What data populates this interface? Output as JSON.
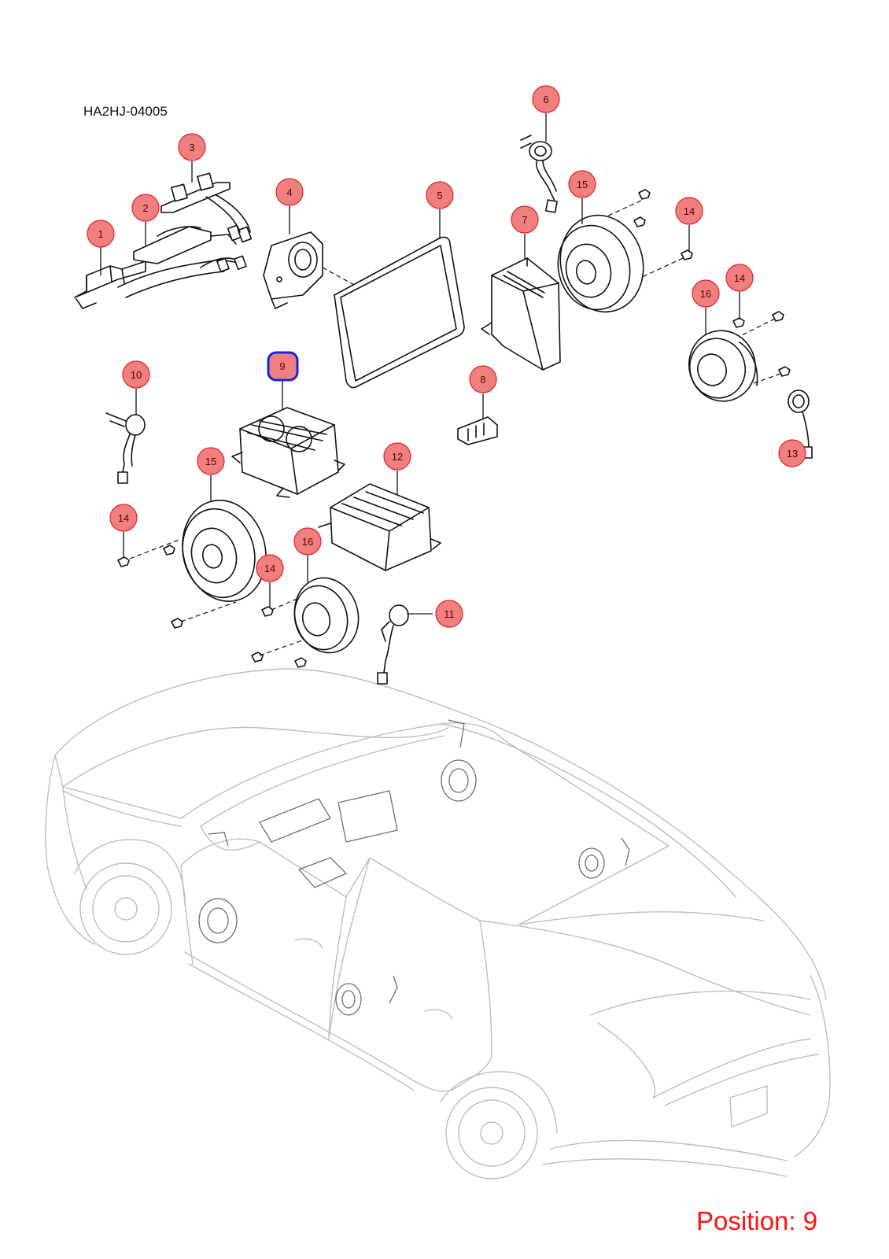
{
  "diagram": {
    "code": "HA2HJ-04005",
    "position_label": "Position: 9",
    "colors": {
      "callout_fill": "#f08080",
      "callout_stroke": "#e02020",
      "highlight_stroke": "#1428d8",
      "position_text": "#ff1010"
    },
    "callouts": [
      {
        "id": "c1",
        "label": "1"
      },
      {
        "id": "c2",
        "label": "2"
      },
      {
        "id": "c3",
        "label": "3"
      },
      {
        "id": "c4",
        "label": "4"
      },
      {
        "id": "c5",
        "label": "5"
      },
      {
        "id": "c6",
        "label": "6"
      },
      {
        "id": "c7",
        "label": "7"
      },
      {
        "id": "c8",
        "label": "8"
      },
      {
        "id": "c9",
        "label": "9",
        "highlighted": true
      },
      {
        "id": "c10",
        "label": "10"
      },
      {
        "id": "c11",
        "label": "11"
      },
      {
        "id": "c12",
        "label": "12"
      },
      {
        "id": "c13",
        "label": "13"
      },
      {
        "id": "c14a",
        "label": "14"
      },
      {
        "id": "c14b",
        "label": "14"
      },
      {
        "id": "c14c",
        "label": "14"
      },
      {
        "id": "c14d",
        "label": "14"
      },
      {
        "id": "c15a",
        "label": "15"
      },
      {
        "id": "c15b",
        "label": "15"
      },
      {
        "id": "c16a",
        "label": "16"
      },
      {
        "id": "c16b",
        "label": "16"
      }
    ]
  }
}
